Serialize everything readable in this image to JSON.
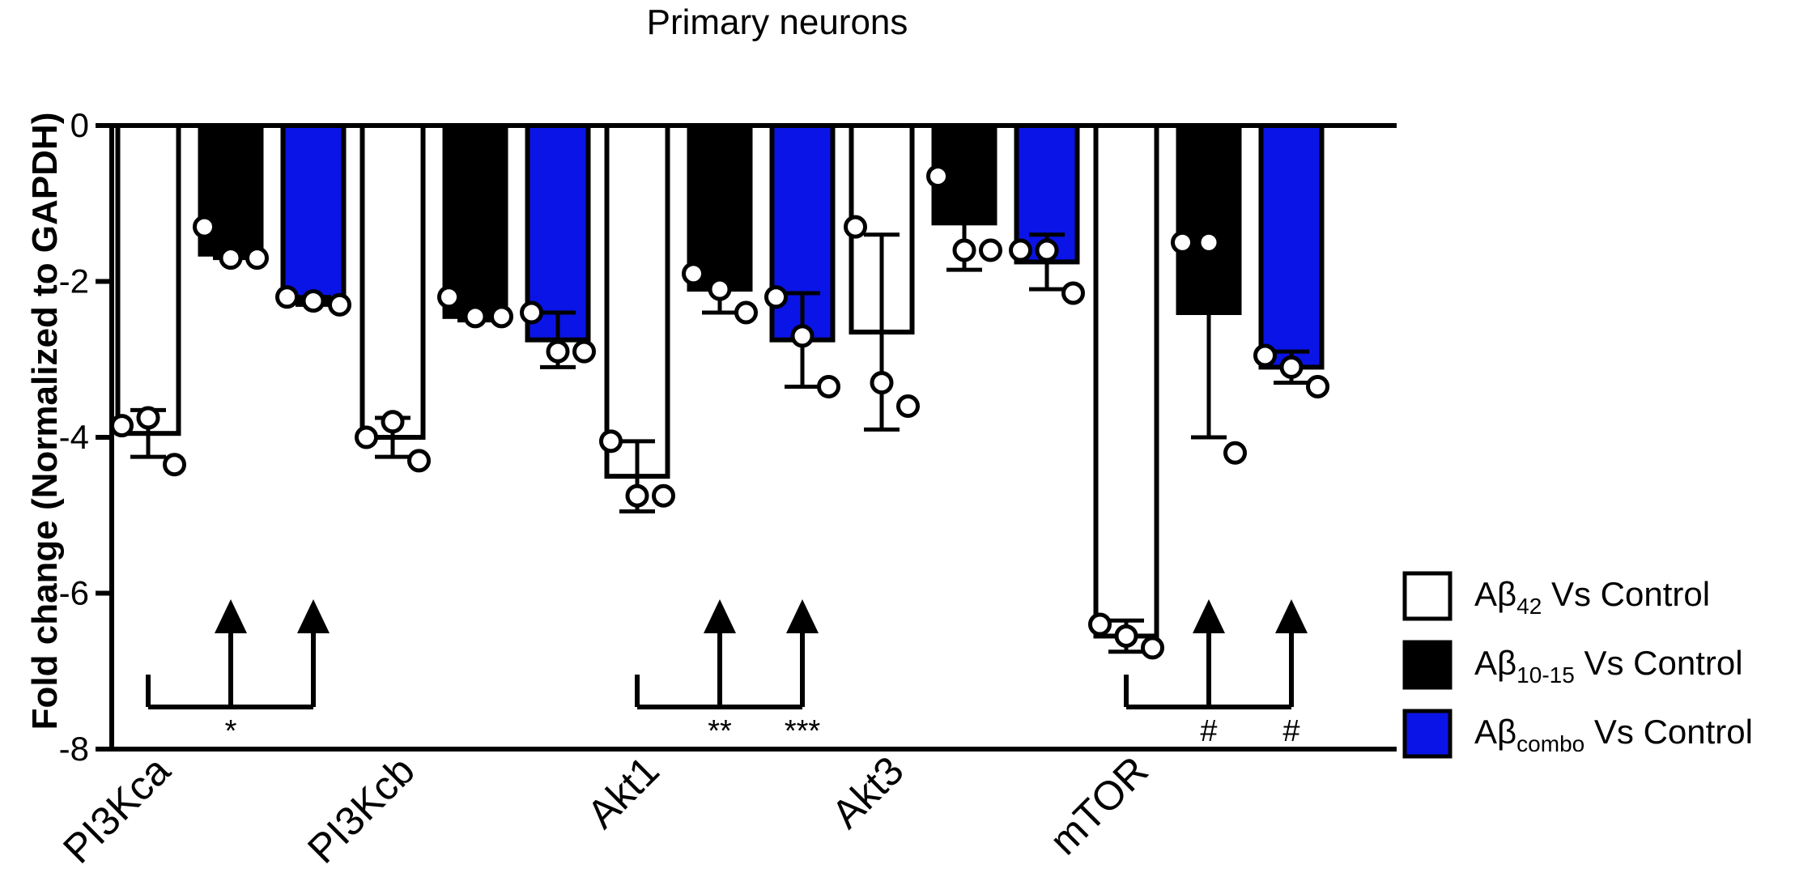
{
  "chart_data": {
    "type": "bar",
    "title": "Primary neurons",
    "ylabel": "Fold change (Normalized to GAPDH)",
    "ylim": [
      -8,
      0
    ],
    "yticks": [
      0,
      -2,
      -4,
      -6,
      -8
    ],
    "categories": [
      "PI3Kca",
      "PI3Kcb",
      "Akt1",
      "Akt3",
      "mTOR"
    ],
    "series": [
      {
        "name_main": "Aβ",
        "name_sub": "42",
        "name_rest": " Vs Control",
        "color": "#ffffff",
        "values": [
          -3.95,
          -4.0,
          -4.5,
          -2.65,
          -6.55
        ],
        "errors": [
          0.3,
          0.25,
          0.45,
          1.25,
          0.2
        ],
        "points": [
          [
            -3.85,
            -3.75,
            -4.35
          ],
          [
            -4.0,
            -3.8,
            -4.3
          ],
          [
            -4.05,
            -4.75,
            -4.75
          ],
          [
            -1.3,
            -3.3,
            -3.6
          ],
          [
            -6.4,
            -6.55,
            -6.7
          ]
        ]
      },
      {
        "name_main": "Aβ",
        "name_sub": "10-15",
        "name_rest": " Vs Control",
        "color": "#000000",
        "values": [
          -1.65,
          -2.45,
          -2.1,
          -1.25,
          -2.4
        ],
        "errors": [
          0.05,
          0.05,
          0.3,
          0.6,
          1.6
        ],
        "points": [
          [
            -1.3,
            -1.7,
            -1.7
          ],
          [
            -2.2,
            -2.45,
            -2.45
          ],
          [
            -1.9,
            -2.1,
            -2.4
          ],
          [
            -0.65,
            -1.6,
            -1.6
          ],
          [
            -1.5,
            -1.5,
            -4.2
          ]
        ]
      },
      {
        "name_main": "Aβ",
        "name_sub": "combo",
        "name_rest": " Vs Control",
        "color": "#0a14e6",
        "values": [
          -2.25,
          -2.75,
          -2.75,
          -1.75,
          -3.1
        ],
        "errors": [
          0.05,
          0.35,
          0.6,
          0.35,
          0.2
        ],
        "points": [
          [
            -2.2,
            -2.25,
            -2.3
          ],
          [
            -2.4,
            -2.9,
            -2.9
          ],
          [
            -2.2,
            -2.7,
            -3.35
          ],
          [
            -1.6,
            -1.6,
            -2.15
          ],
          [
            -2.95,
            -3.1,
            -3.35
          ]
        ]
      }
    ],
    "significance": [
      {
        "category": "PI3Kca",
        "label": "*",
        "arrow_series": [
          1,
          2
        ]
      },
      {
        "category": "Akt1",
        "label": "**",
        "arrow_series": [
          1
        ]
      },
      {
        "category": "Akt1",
        "label": "***",
        "arrow_series": [
          2
        ]
      },
      {
        "category": "mTOR",
        "label": "#",
        "arrow_series": [
          1
        ]
      },
      {
        "category": "mTOR",
        "label": "#",
        "arrow_series": [
          2
        ]
      }
    ],
    "legend_position": "right"
  }
}
